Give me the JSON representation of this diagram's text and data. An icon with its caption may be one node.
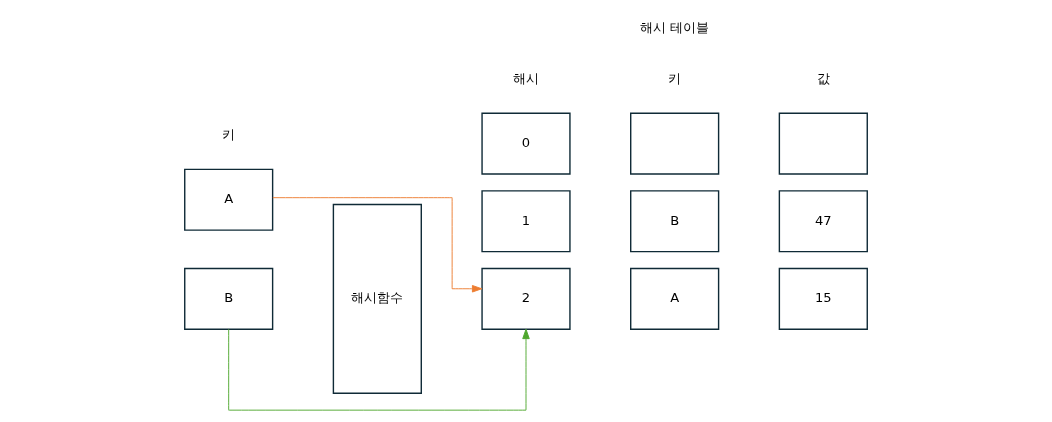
{
  "diagram": {
    "nodes": [
      {
        "text": [
          "A"
        ]
      },
      {
        "text": [
          "B"
        ]
      },
      {
        "text": [
          "해시함수"
        ]
      },
      {
        "text": [
          "0"
        ]
      },
      {
        "text": [
          "1"
        ]
      },
      {
        "text": [
          "2"
        ]
      },
      {
        "text": [],
        "shape": "box"
      },
      {
        "text": [],
        "shape": "box"
      },
      {
        "text": [
          "B"
        ]
      },
      {
        "text": [
          "47"
        ]
      },
      {
        "text": [
          "A"
        ]
      },
      {
        "text": [
          "15"
        ]
      }
    ],
    "edges": [
      {
        "from": 0,
        "to": 5,
        "arrow": "to",
        "color": "#ed7d31"
      },
      {
        "from": 1,
        "to": 5,
        "arrow": "to",
        "color": "#4ea72e"
      }
    ],
    "labels": [
      "키",
      "해시",
      "해시 테이블",
      "키",
      "값"
    ]
  }
}
